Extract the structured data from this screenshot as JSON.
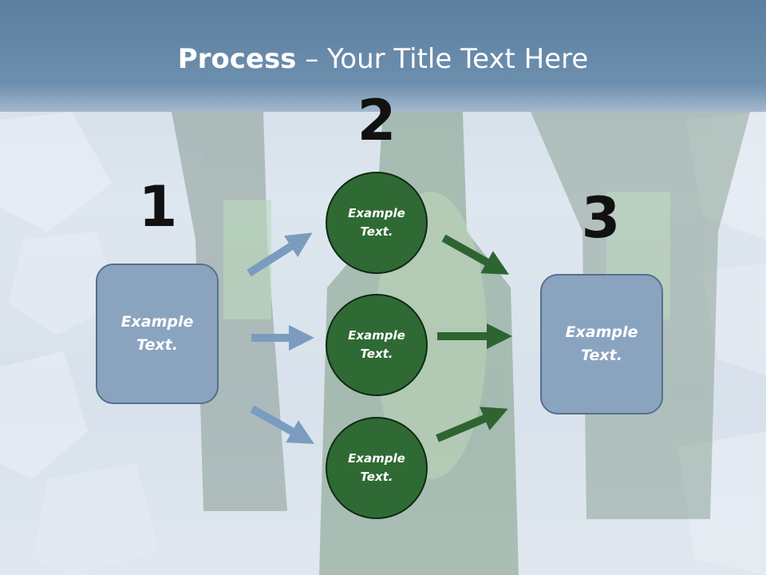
{
  "title": {
    "bold": "Process",
    "rest": " – Your Title Text Here"
  },
  "steps": [
    {
      "number": "1",
      "label": "Example\nText."
    },
    {
      "number": "2",
      "label": ""
    },
    {
      "number": "3",
      "label": "Example\nText."
    }
  ],
  "circles": [
    {
      "label": "Example\nText."
    },
    {
      "label": "Example\nText."
    },
    {
      "label": "Example\nText."
    }
  ],
  "colors": {
    "title_bar": "#6a8cac",
    "box_fill": "#8aa4bf",
    "circle_fill": "#2f6a34",
    "blue_arrow": "#7b9cbf",
    "green_arrow": "#2e6430"
  }
}
